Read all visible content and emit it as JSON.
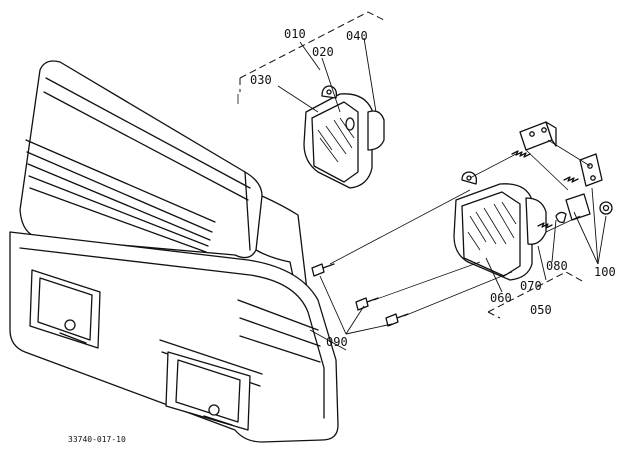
{
  "labels": {
    "p010": "010",
    "p020": "020",
    "p030": "030",
    "p040": "040",
    "p050": "050",
    "p060": "060",
    "p070": "070",
    "p080": "080",
    "p090": "090",
    "p100": "100"
  },
  "drawing_code": "33740-017-10"
}
